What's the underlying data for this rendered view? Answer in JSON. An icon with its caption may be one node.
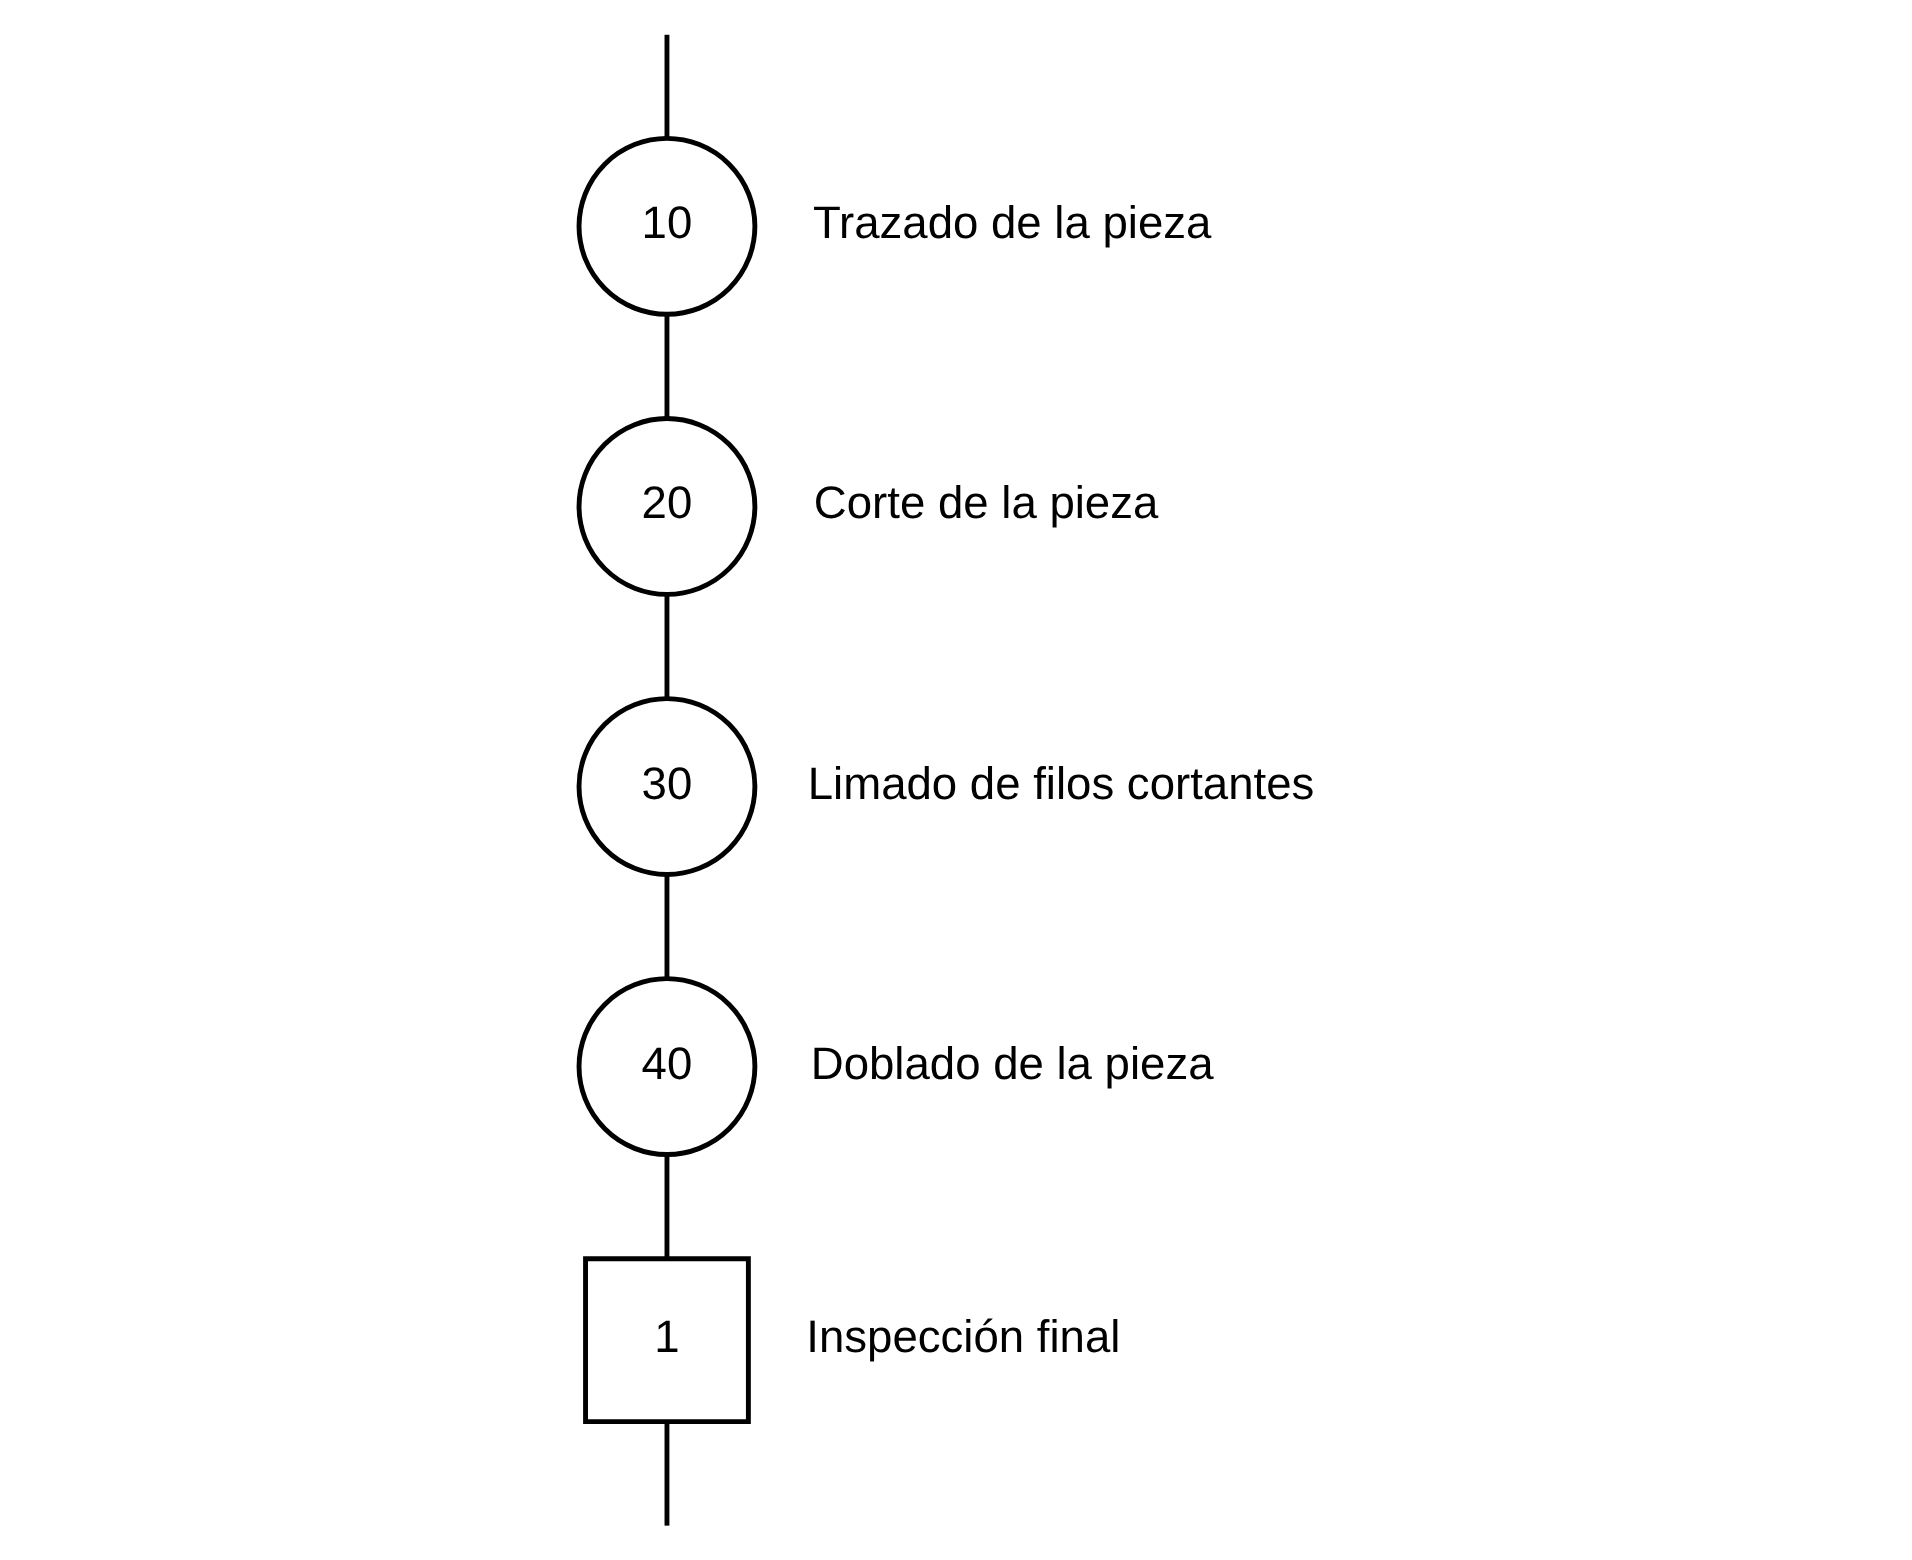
{
  "diagram": {
    "nodes": [
      {
        "text": [
          "10"
        ],
        "beside": [
          "Trazado de la pieza"
        ]
      },
      {
        "text": [
          "20"
        ],
        "beside": [
          "Corte de la pieza"
        ]
      },
      {
        "text": [
          "30"
        ],
        "beside": [
          "Limado de filos cortantes"
        ]
      },
      {
        "text": [
          "40"
        ],
        "beside": [
          "Doblado de la pieza"
        ]
      },
      {
        "text": [
          "1"
        ],
        "beside": [
          "Inspección final"
        ]
      }
    ],
    "edges": [
      {
        "from": null,
        "to": 0,
        "arrow": "none"
      },
      {
        "from": 0,
        "to": 1,
        "arrow": "none"
      },
      {
        "from": 1,
        "to": 2,
        "arrow": "none"
      },
      {
        "from": 2,
        "to": 3,
        "arrow": "none"
      },
      {
        "from": 3,
        "to": 4,
        "arrow": "none"
      },
      {
        "from": 4,
        "to": null,
        "arrow": "none"
      }
    ]
  }
}
